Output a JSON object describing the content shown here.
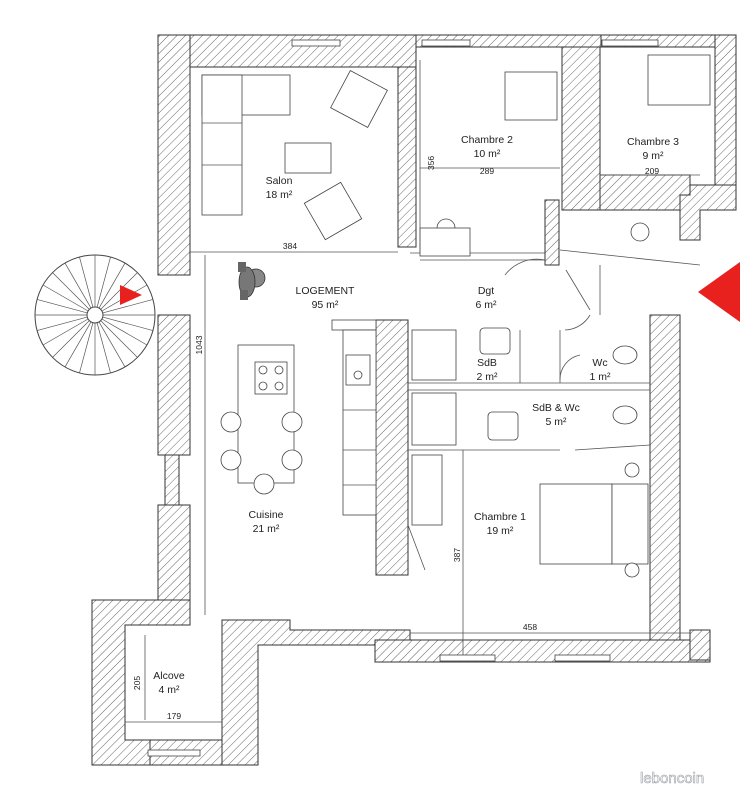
{
  "rooms": {
    "logement": {
      "name": "LOGEMENT",
      "area": "95 m²"
    },
    "salon": {
      "name": "Salon",
      "area": "18 m²"
    },
    "chambre2": {
      "name": "Chambre 2",
      "area": "10 m²"
    },
    "chambre3": {
      "name": "Chambre 3",
      "area": "9 m²"
    },
    "dgt": {
      "name": "Dgt",
      "area": "6 m²"
    },
    "sdb": {
      "name": "SdB",
      "area": "2 m²"
    },
    "wc": {
      "name": "Wc",
      "area": "1 m²"
    },
    "sdbwc": {
      "name": "SdB & Wc",
      "area": "5 m²"
    },
    "cuisine": {
      "name": "Cuisine",
      "area": "21 m²"
    },
    "chambre1": {
      "name": "Chambre 1",
      "area": "19 m²"
    },
    "alcove": {
      "name": "Alcove",
      "area": "4 m²"
    }
  },
  "dimensions": {
    "salon_width": "384",
    "chambre2_height": "356",
    "chambre2_width": "289",
    "chambre3_width": "209",
    "living_height": "1043",
    "chambre1_height": "387",
    "chambre1_width": "458",
    "alcove_height": "205",
    "alcove_width": "179"
  },
  "colors": {
    "entrance_marker": "#e8211f",
    "wall_hatch": "#555555"
  },
  "icons": [
    "entrance-arrow-icon",
    "spiral-staircase-icon",
    "person-icon"
  ],
  "watermark": "leboncoin"
}
